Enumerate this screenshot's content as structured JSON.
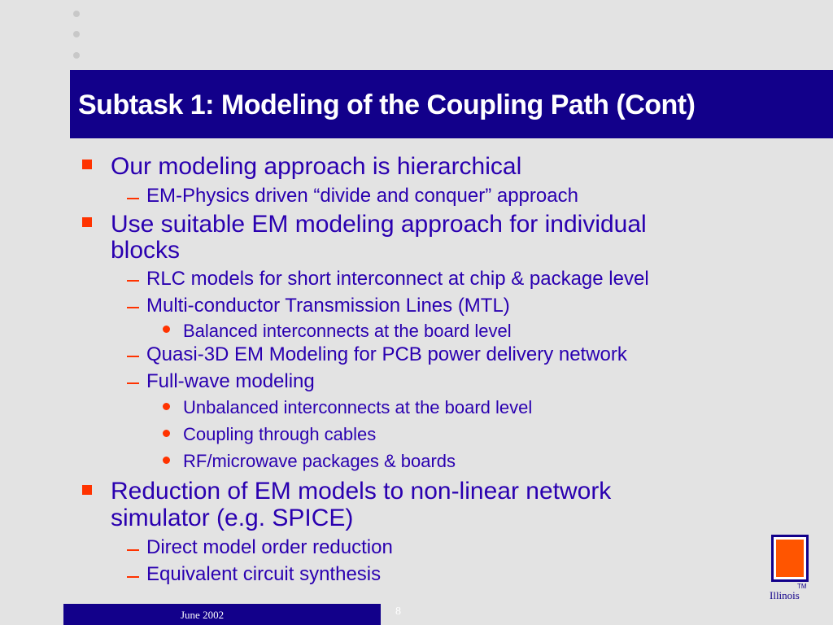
{
  "slide": {
    "title": "Subtask 1: Modeling of the Coupling Path  (Cont)",
    "items": [
      "Our modeling approach is hierarchical",
      "EM-Physics driven “divide and conquer” approach",
      "Use suitable EM modeling approach for individual",
      "blocks",
      "RLC models for short interconnect at chip & package level",
      "Multi-conductor Transmission Lines (MTL)",
      "Balanced interconnects at the board level",
      "Quasi-3D EM Modeling for PCB power delivery network",
      "Full-wave modeling",
      "Unbalanced interconnects at the board level",
      "Coupling through cables",
      "RF/microwave packages & boards",
      "Reduction of EM models to non-linear network",
      "simulator (e.g. SPICE)",
      "Direct model order reduction",
      "Equivalent circuit synthesis"
    ]
  },
  "footer": {
    "date": "June 2002",
    "page_number": "8",
    "logo_text": "Illinois",
    "logo_mark": "TM"
  },
  "colors": {
    "title_bar": "#12008a",
    "text": "#2a00b0",
    "bullet": "#ff3300",
    "background": "#e3e3e3"
  },
  "icons": [
    "square-bullet-icon",
    "dash-bullet-icon",
    "dot-bullet-icon",
    "illinois-logo-icon"
  ]
}
